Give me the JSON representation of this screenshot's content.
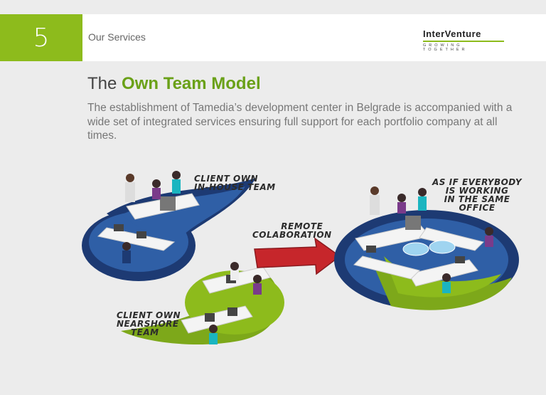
{
  "header": {
    "section_number": "5",
    "section_title": "Our Services",
    "logo_name": "InterVenture",
    "logo_tagline": "GROWING TOGETHER"
  },
  "title": {
    "prefix": "The ",
    "highlight": "Own Team Model"
  },
  "description": "The establishment of Tamedia’s development center in Belgrade is accompanied with a wide set of integrated services ensuring full support for each portfolio company at all times.",
  "illustration": {
    "label_inhouse": [
      "CLIENT OWN",
      "IN-HOUSE TEAM"
    ],
    "label_nearshore": [
      "CLIENT OWN",
      "NEARSHORE",
      "TEAM"
    ],
    "label_remote": [
      "REMOTE",
      "COLABORATION"
    ],
    "label_same_office": [
      "AS IF EVERYBODY",
      "IS WORKING",
      "IN THE SAME",
      "OFFICE"
    ]
  },
  "colors": {
    "accent_green": "#8dbb1c",
    "title_green": "#6aa118",
    "navy": "#1d3a73",
    "arrow_red": "#c6262b"
  }
}
